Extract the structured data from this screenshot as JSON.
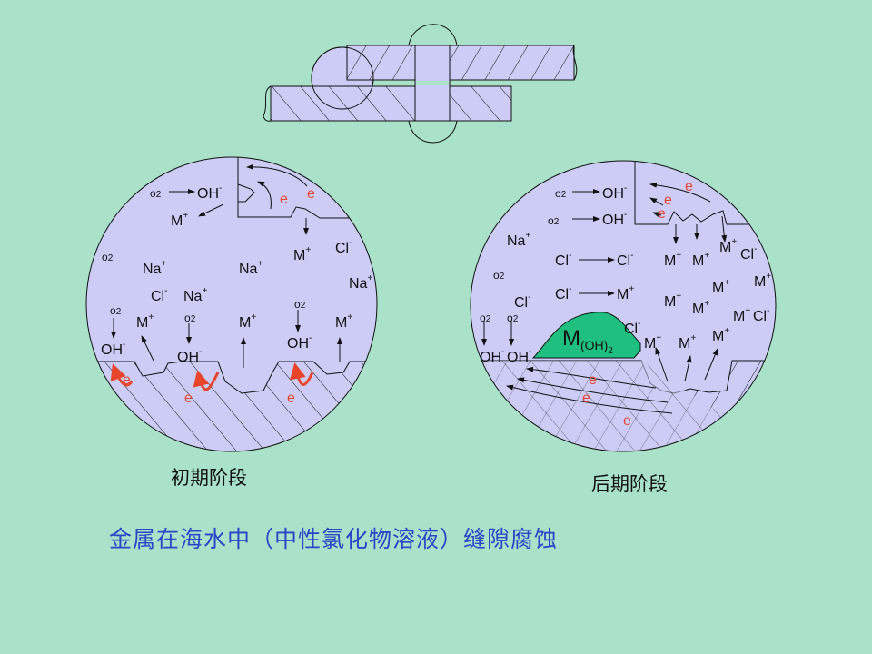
{
  "colors": {
    "background": "#a9e2c9",
    "solution": "#ccccf6",
    "hydroxide_deposit": "#1fbf7f",
    "electron": "#e8452a",
    "caption": "#2b45c8"
  },
  "stages": {
    "initial": "初期阶段",
    "late": "后期阶段"
  },
  "caption": "金属在海水中（中性氯化物溶液）缝隙腐蚀",
  "initial_labels": [
    {
      "t": "o",
      "sub": "2"
    },
    {
      "t": "OH",
      "sup": "-"
    },
    {
      "t": "M",
      "sup": "+"
    },
    {
      "t": "e",
      "red": true
    },
    {
      "t": "e",
      "red": true
    },
    {
      "t": "M",
      "sup": "+"
    },
    {
      "t": "Cl",
      "sup": "-"
    },
    {
      "t": "o",
      "sub": "2"
    },
    {
      "t": "Na",
      "sup": "+"
    },
    {
      "t": "Na",
      "sup": "+"
    },
    {
      "t": "Na",
      "sup": "+"
    },
    {
      "t": "Cl",
      "sup": "-"
    },
    {
      "t": "Na",
      "sup": "+"
    },
    {
      "t": "o",
      "sub": "2"
    },
    {
      "t": "M",
      "sup": "+"
    },
    {
      "t": "o",
      "sub": "2"
    },
    {
      "t": "M",
      "sup": "+"
    },
    {
      "t": "o",
      "sub": "2"
    },
    {
      "t": "M",
      "sup": "+"
    },
    {
      "t": "OH",
      "sup": "-"
    },
    {
      "t": "OH",
      "sup": "-"
    },
    {
      "t": "OH",
      "sup": "-"
    },
    {
      "t": "e",
      "red": true
    },
    {
      "t": "e",
      "red": true
    },
    {
      "t": "e",
      "red": true
    }
  ],
  "late_labels": [
    {
      "t": "o",
      "sub": "2"
    },
    {
      "t": "OH",
      "sup": "-"
    },
    {
      "t": "o",
      "sub": "2"
    },
    {
      "t": "OH",
      "sup": "-"
    },
    {
      "t": "Na",
      "sup": "+"
    },
    {
      "t": "e",
      "red": true
    },
    {
      "t": "e",
      "red": true
    },
    {
      "t": "e",
      "red": true
    },
    {
      "t": "M",
      "sup": "+"
    },
    {
      "t": "Cl",
      "sup": "-"
    },
    {
      "t": "Cl",
      "sup": "-"
    },
    {
      "t": "Cl",
      "sup": "-"
    },
    {
      "t": "M",
      "sup": "+"
    },
    {
      "t": "M",
      "sup": "+"
    },
    {
      "t": "o",
      "sub": "2"
    },
    {
      "t": "M",
      "sup": "+"
    },
    {
      "t": "M",
      "sup": "+"
    },
    {
      "t": "Cl",
      "sup": "-"
    },
    {
      "t": "Cl",
      "sup": "-"
    },
    {
      "t": "M",
      "sup": "+"
    },
    {
      "t": "M",
      "sup": "+"
    },
    {
      "t": "M",
      "sup": "+"
    },
    {
      "t": "M",
      "sup": "+"
    },
    {
      "t": "Cl",
      "sup": "-"
    },
    {
      "t": "o",
      "sub": "2"
    },
    {
      "t": "o",
      "sub": "2"
    },
    {
      "t": "Cl",
      "sup": "-"
    },
    {
      "t": "M",
      "sup": "+"
    },
    {
      "t": "M",
      "sup": "+"
    },
    {
      "t": "M",
      "sup": "+"
    },
    {
      "t": "OH",
      "sup": "-"
    },
    {
      "t": "OH",
      "sup": "-"
    },
    {
      "t": "e",
      "red": true
    },
    {
      "t": "e",
      "red": true
    },
    {
      "t": "e",
      "red": true
    }
  ],
  "deposit_label": {
    "t": "M",
    "sub": "(OH)",
    "sub2": "2"
  }
}
